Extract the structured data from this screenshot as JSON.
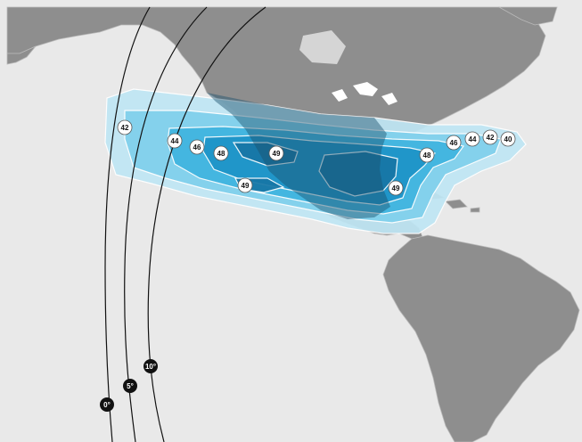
{
  "colors": {
    "ocean": "#e9e9e9",
    "land": "#8e8e8e",
    "land_edge": "#b9b9b9",
    "beam_outer": "#bfe6f4",
    "beam_mid": "#7fd0ec",
    "beam_inner": "#3fb4e0",
    "beam_core": "#1e94c8",
    "beam_peak": "#1776a6",
    "arc": "#111111"
  },
  "contour_labels": [
    {
      "id": "l42-west",
      "text": "42"
    },
    {
      "id": "l44-west",
      "text": "44"
    },
    {
      "id": "l46-west",
      "text": "46"
    },
    {
      "id": "l48-west",
      "text": "48"
    },
    {
      "id": "l49-north",
      "text": "49"
    },
    {
      "id": "l49-south",
      "text": "49"
    },
    {
      "id": "l49-gulf",
      "text": "49"
    },
    {
      "id": "l48-east",
      "text": "48"
    },
    {
      "id": "l46-east",
      "text": "46"
    },
    {
      "id": "l44-east",
      "text": "44"
    },
    {
      "id": "l42-east",
      "text": "42"
    },
    {
      "id": "l40-east",
      "text": "40"
    }
  ],
  "elevation_labels": [
    {
      "id": "e0",
      "text": "0°"
    },
    {
      "id": "e5",
      "text": "5°"
    },
    {
      "id": "e10",
      "text": "10°"
    }
  ]
}
